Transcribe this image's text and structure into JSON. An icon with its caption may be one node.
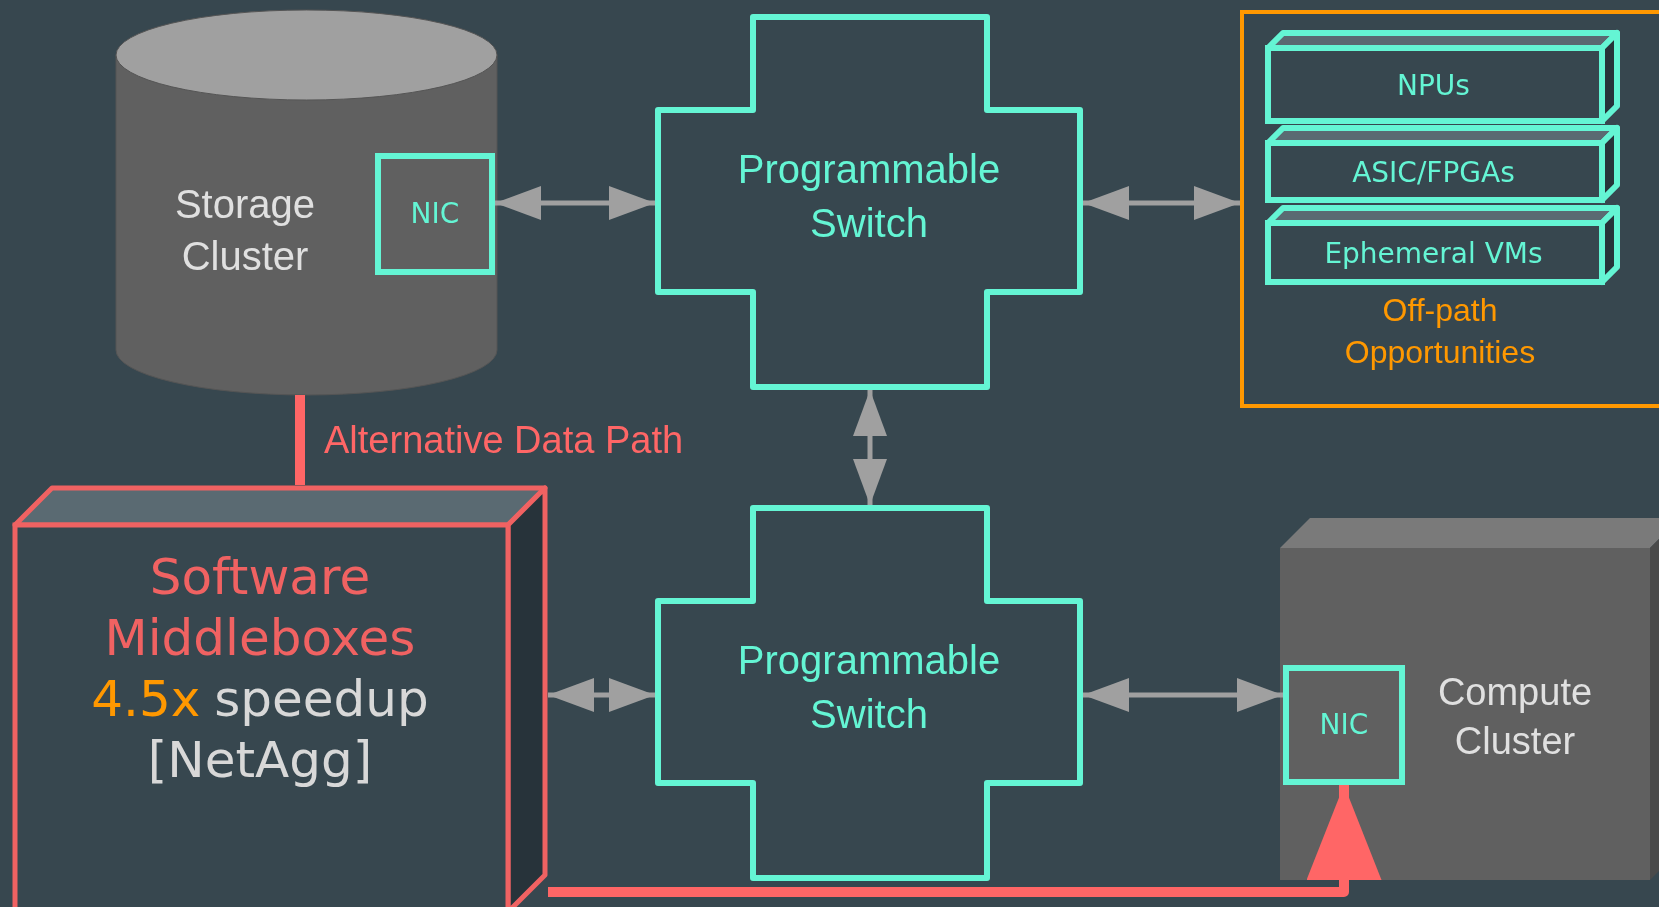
{
  "diagram": {
    "nodes": [
      {
        "text": [
          "Storage Cluster"
        ]
      },
      {
        "text": [
          "NIC"
        ],
        "in": 0
      },
      {
        "text": [
          "Programmable Switch"
        ]
      },
      {
        "text": [
          "Off-path Opportunities"
        ]
      },
      {
        "text": [
          "NPUs"
        ],
        "in": 3
      },
      {
        "text": [
          "ASIC/FPGAs"
        ],
        "in": 3
      },
      {
        "text": [
          "Ephemeral VMs"
        ],
        "in": 3
      },
      {
        "text": [
          "Software Middleboxes",
          "4.5x",
          "speedup",
          "[NetAgg]"
        ]
      },
      {
        "text": [
          "Programmable Switch"
        ]
      },
      {
        "text": [
          "Compute Cluster"
        ]
      },
      {
        "text": [
          "NIC"
        ],
        "in": 9
      }
    ],
    "edges": [
      {
        "from": 1,
        "to": 2,
        "arrow": "both"
      },
      {
        "from": 2,
        "to": 3,
        "arrow": "both"
      },
      {
        "from": 2,
        "to": 8,
        "arrow": "both"
      },
      {
        "from": 7,
        "to": 8,
        "arrow": "both"
      },
      {
        "from": 8,
        "to": 10,
        "arrow": "both"
      },
      {
        "from": 0,
        "to": 7,
        "arrow": "none",
        "label": "Alternative Data Path",
        "style": "thick",
        "color": "#ff6666"
      },
      {
        "from": 7,
        "to": 10,
        "arrow": "to",
        "style": "thick",
        "color": "#ff6666"
      }
    ]
  }
}
